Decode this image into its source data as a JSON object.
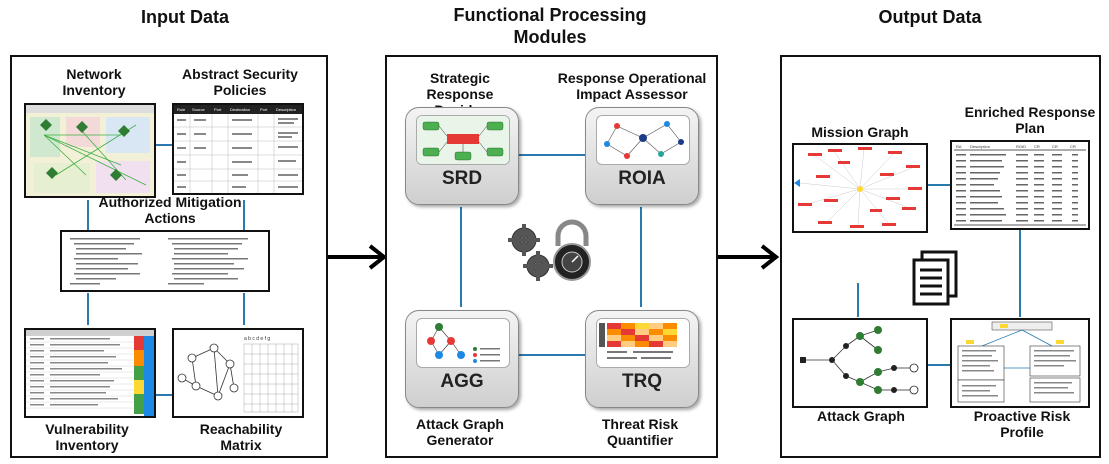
{
  "sections": {
    "input": "Input Data",
    "processing": "Functional Processing Modules",
    "output": "Output Data"
  },
  "input": {
    "network_inventory": "Network Inventory",
    "abstract_policies": "Abstract Security Policies",
    "mitigation_actions": "Authorized Mitigation Actions",
    "vulnerability_inventory": "Vulnerability Inventory",
    "reachability_matrix": "Reachability Matrix"
  },
  "modules": {
    "srd": {
      "name": "Strategic Response Decider",
      "acronym": "SRD"
    },
    "roia": {
      "name": "Response Operational Impact Assessor",
      "acronym": "ROIA"
    },
    "agg": {
      "name": "Attack Graph Generator",
      "acronym": "AGG"
    },
    "trq": {
      "name": "Threat Risk Quantifier",
      "acronym": "TRQ"
    }
  },
  "output": {
    "mission_graph": "Mission Graph",
    "enriched_plan": "Enriched Response Plan",
    "attack_graph": "Attack Graph",
    "proactive_risk": "Proactive Risk Profile"
  },
  "colors": {
    "connector": "#2a7ab0",
    "arrow": "#000000",
    "panel_border": "#111111"
  }
}
